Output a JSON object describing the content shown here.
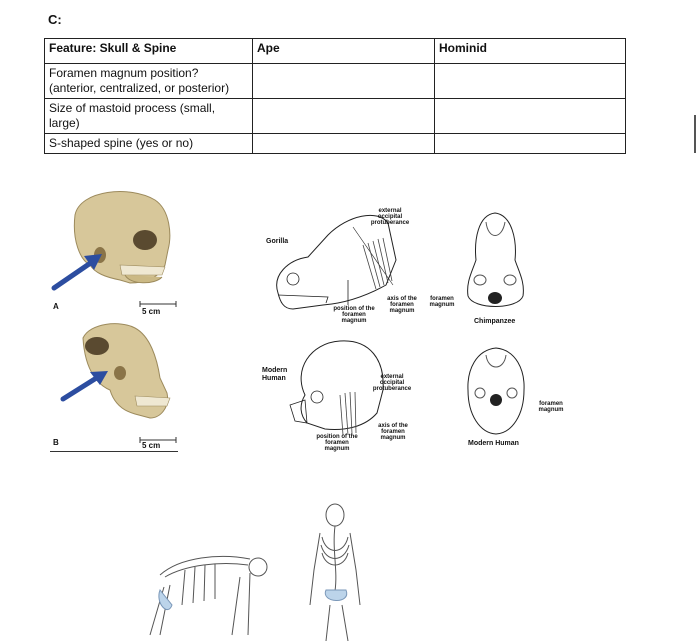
{
  "section_label": "C:",
  "table": {
    "headers": [
      "Feature: Skull & Spine",
      "Ape",
      "Hominid"
    ],
    "rows": [
      [
        "Foramen magnum position? (anterior, centralized, or posterior)",
        "",
        ""
      ],
      [
        "Size of mastoid process (small, large)",
        "",
        ""
      ],
      [
        "S-shaped spine (yes or no)",
        "",
        ""
      ]
    ]
  },
  "photo_figure": {
    "label_a": "A",
    "label_b": "B",
    "scale_a": "5 cm",
    "scale_b": "5 cm",
    "arrow_color": "#2c4da0",
    "bone_color": "#d7c79a"
  },
  "diagram": {
    "gorilla": "Gorilla",
    "modern_human": "Modern Human",
    "external_occipital_protuberance": "external occipital protuberance",
    "axis_foramen_magnum": "axis of the foramen magnum",
    "position_foramen_magnum": "position of the foramen magnum",
    "foramen_magnum": "foramen magnum",
    "chimpanzee": "Chimpanzee",
    "modern_human_caption": "Modern Human"
  }
}
